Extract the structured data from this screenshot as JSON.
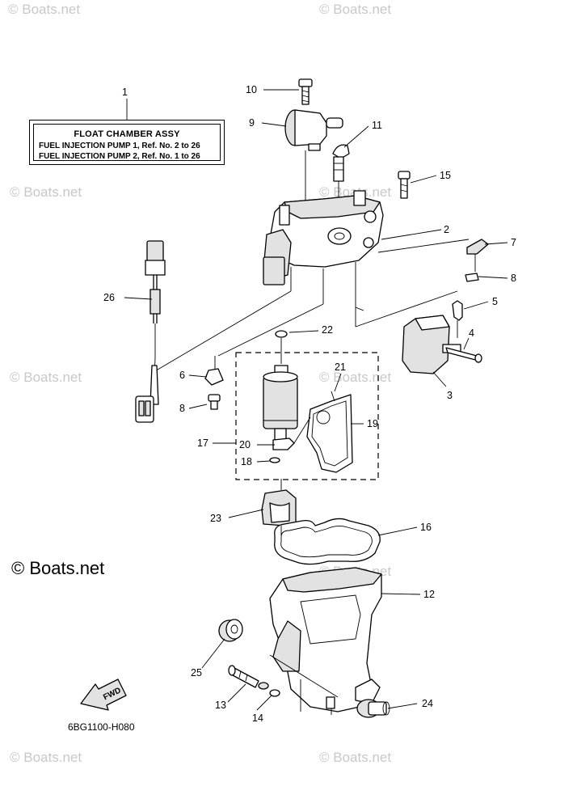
{
  "watermark": "© Boats.net",
  "logo": "© Boats.net",
  "legend": {
    "callout": "1",
    "title": "FLOAT CHAMBER ASSY",
    "line1": "FUEL INJECTION PUMP 1,  Ref. No. 2 to 26",
    "line2": "FUEL INJECTION PUMP 2,  Ref. No. 1 to 26"
  },
  "fwd_label": "FWD",
  "diagram_code": "6BG1100-H080",
  "callouts": [
    "1",
    "2",
    "3",
    "4",
    "5",
    "6",
    "7",
    "8",
    "8",
    "9",
    "10",
    "11",
    "12",
    "13",
    "14",
    "15",
    "16",
    "17",
    "18",
    "19",
    "20",
    "21",
    "22",
    "23",
    "24",
    "25",
    "26"
  ],
  "colors": {
    "line": "#000000",
    "watermark": "#c8c8c8",
    "shade": "#e2e2e2"
  }
}
